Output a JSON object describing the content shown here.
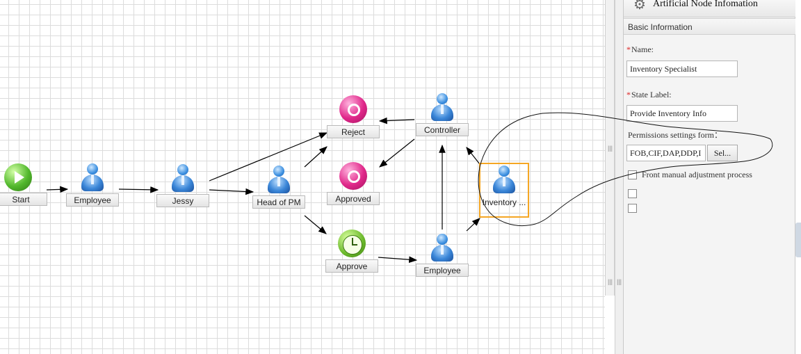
{
  "canvas": {
    "nodes": [
      {
        "id": "start",
        "label": "Start",
        "kind": "start-icon"
      },
      {
        "id": "employee1",
        "label": "Employee",
        "kind": "person-icon"
      },
      {
        "id": "jessy",
        "label": "Jessy",
        "kind": "person-icon"
      },
      {
        "id": "head_of_pm",
        "label": "Head of PM",
        "kind": "person-icon"
      },
      {
        "id": "reject",
        "label": "Reject",
        "kind": "end-disc-icon"
      },
      {
        "id": "approved",
        "label": "Approved",
        "kind": "end-disc-icon"
      },
      {
        "id": "approve",
        "label": "Approve",
        "kind": "clock-icon"
      },
      {
        "id": "controller",
        "label": "Controller",
        "kind": "person-icon"
      },
      {
        "id": "employee2",
        "label": "Employee",
        "kind": "person-icon"
      },
      {
        "id": "inventory",
        "label": "Inventory ...",
        "kind": "person-icon",
        "selected": true
      }
    ]
  },
  "panel": {
    "title": "Artificial Node Infomation",
    "section": "Basic Information",
    "name_label": "Name:",
    "name_value": "Inventory Specialist",
    "state_label": "State Label:",
    "state_value": "Provide Inventory Info",
    "permissions_label": "Permissions settings form：",
    "permissions_value": "FOB,CIF,DAP,DDP,I",
    "select_button": "Sel...",
    "checkbox1_label": "Front manual adjustment process"
  }
}
